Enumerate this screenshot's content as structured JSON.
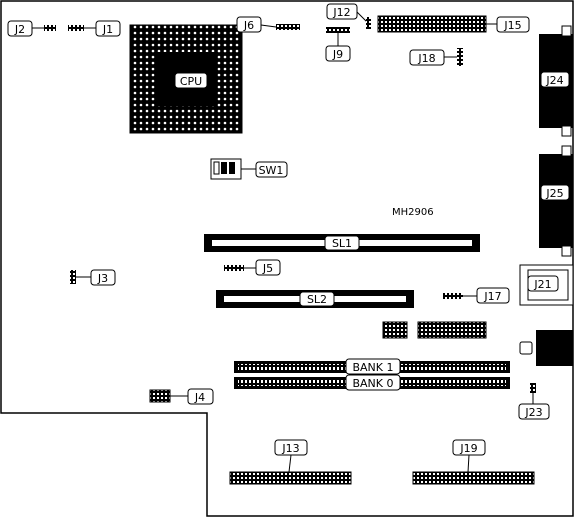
{
  "board": {
    "model": "MH2906"
  },
  "labels": {
    "cpu": "CPU",
    "j1": "J1",
    "j2": "J2",
    "j3": "J3",
    "j4": "J4",
    "j5": "J5",
    "j6": "J6",
    "j9": "J9",
    "j12": "J12",
    "j13": "J13",
    "j15": "J15",
    "j17": "J17",
    "j18": "J18",
    "j19": "J19",
    "j21": "J21",
    "j23": "J23",
    "j24": "J24",
    "j25": "J25",
    "sw1": "SW1",
    "sl1": "SL1",
    "sl2": "SL2",
    "bank1": "BANK 1",
    "bank0": "BANK 0"
  }
}
